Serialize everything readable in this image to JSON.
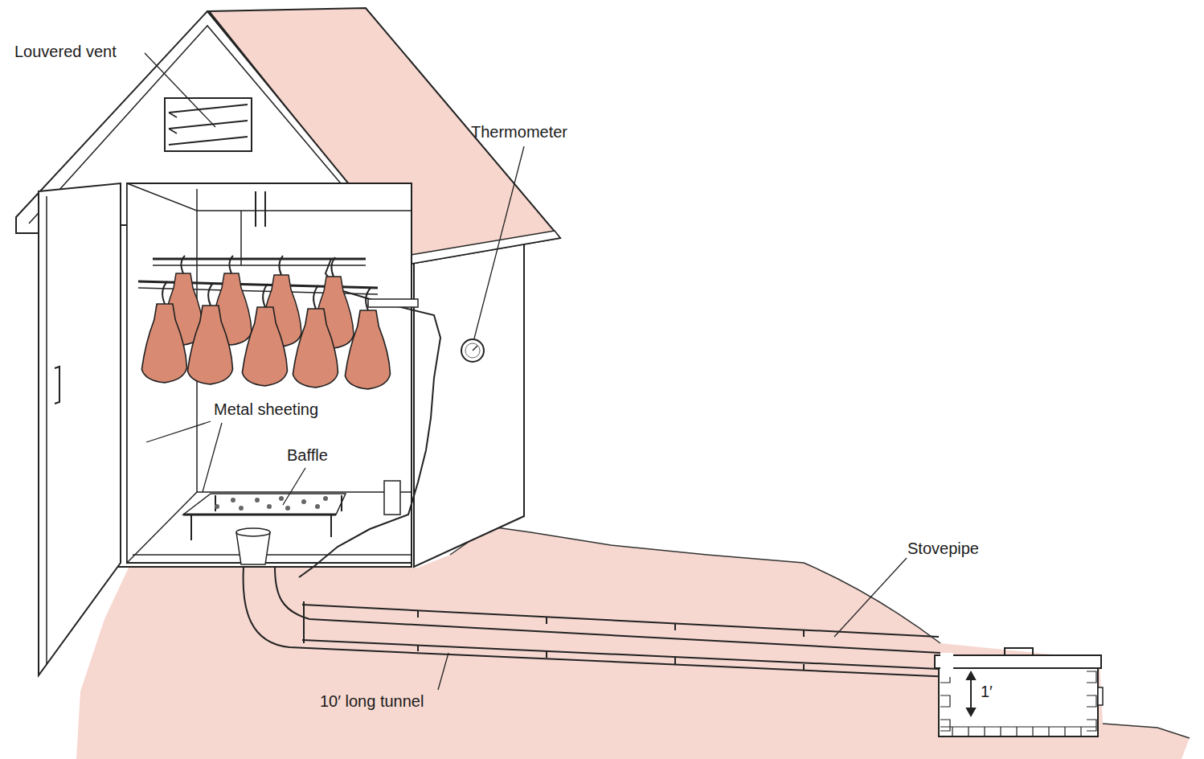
{
  "diagram": {
    "labels": [
      "Louvered vent",
      "Thermometer",
      "Metal sheeting",
      "Baffle",
      "Stovepipe",
      "1′",
      "10′ long tunnel"
    ]
  }
}
